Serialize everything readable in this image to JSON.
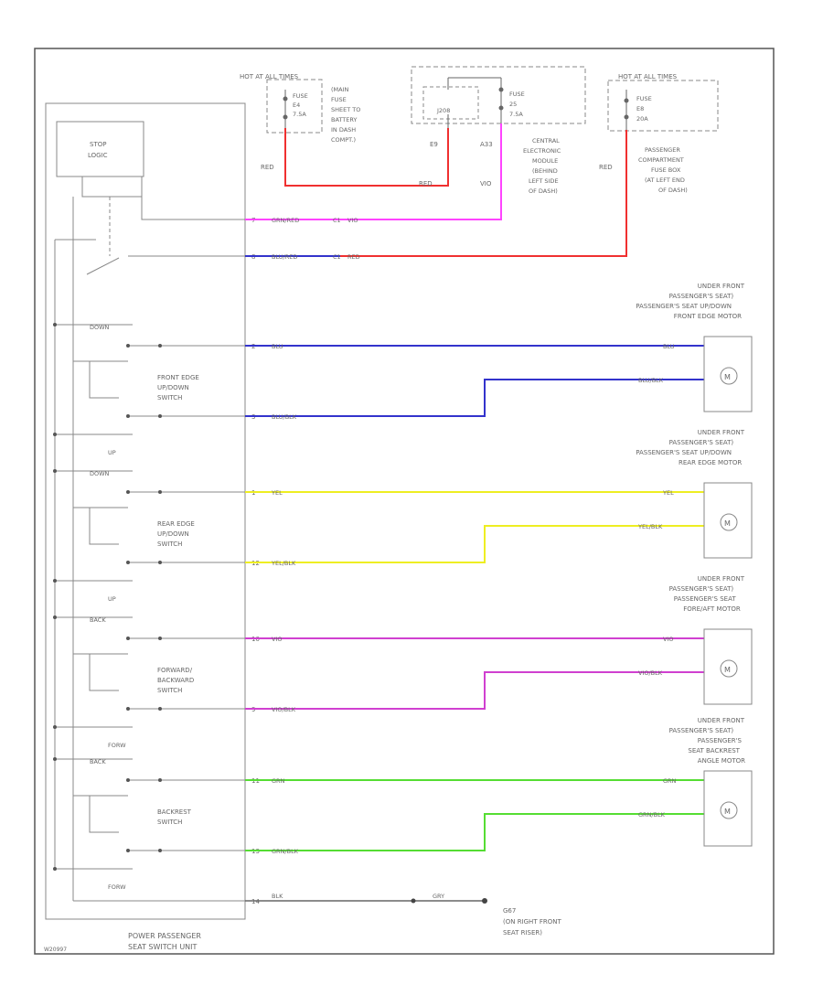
{
  "hot_at_all_times_left": {
    "title": "HOT AT ALL TIMES",
    "fuse": [
      "FUSE",
      "E4",
      "7.5A"
    ],
    "note": [
      "(MAIN",
      "FUSE",
      "SHEET TO",
      "BATTERY",
      "IN DASH",
      "COMPT.)"
    ]
  },
  "central_module": {
    "pin_e9": "E9",
    "pin_a33": "A33",
    "fuse": [
      "FUSE",
      "25",
      "7.5A"
    ],
    "note": [
      "CENTRAL",
      "ELECTRONIC",
      "MODULE",
      "(BEHIND",
      "LEFT SIDE",
      "OF DASH)"
    ]
  },
  "hot_at_all_times_right": {
    "title": "HOT AT ALL TIMES",
    "fuse": [
      "FUSE",
      "E8",
      "20A"
    ],
    "note": [
      "PASSENGER",
      "COMPARTMENT",
      "FUSE BOX",
      "(AT LEFT END",
      "OF DASH)"
    ]
  },
  "stop_logic": [
    "STOP",
    "LOGIC"
  ],
  "switch_assembly_label": [
    "POWER PASSENGER",
    "SEAT SWITCH UNIT"
  ],
  "diagram_id": "W20997",
  "power_wires": {
    "w1": {
      "pin": "7",
      "color": "GRN/RED",
      "connector": "C1",
      "dest_color": "VIO"
    },
    "w2": {
      "pin": "8",
      "color": "BLU/RED",
      "connector": "C1",
      "dest_color": "RED"
    },
    "red_left_a": "RED",
    "red_left_b": "RED",
    "vio_label": "VIO",
    "red_right": "RED"
  },
  "switches": [
    {
      "label": [
        "FRONT EDGE",
        "UP/DOWN",
        "SWITCH"
      ],
      "top": "DOWN",
      "bottom": "UP",
      "pin_a": "2",
      "color_a": "BLU",
      "pin_b": "3",
      "color_b": "BLU/BLK",
      "motor": [
        "UNDER FRONT",
        "PASSENGER'S SEAT)",
        "PASSENGER'S SEAT UP/DOWN",
        "FRONT EDGE MOTOR"
      ],
      "motor_pin_a": "BLU",
      "motor_pin_b": "BLU/BLK",
      "motor_label": "M"
    },
    {
      "label": [
        "REAR EDGE",
        "UP/DOWN",
        "SWITCH"
      ],
      "top": "DOWN",
      "bottom": "UP",
      "pin_a": "1",
      "color_a": "YEL",
      "pin_b": "12",
      "color_b": "YEL/BLK",
      "motor": [
        "UNDER FRONT",
        "PASSENGER'S SEAT)",
        "PASSENGER'S SEAT UP/DOWN",
        "REAR EDGE MOTOR"
      ],
      "motor_pin_a": "YEL",
      "motor_pin_b": "YEL/BLK",
      "motor_label": "M"
    },
    {
      "label": [
        "FORWARD/",
        "BACKWARD",
        "SWITCH"
      ],
      "top": "BACK",
      "bottom": "FORW",
      "pin_a": "10",
      "color_a": "VIO",
      "pin_b": "9",
      "color_b": "VIO/BLK",
      "motor": [
        "UNDER FRONT",
        "PASSENGER'S SEAT)",
        "PASSENGER'S SEAT",
        "FORE/AFT MOTOR"
      ],
      "motor_pin_a": "VIO",
      "motor_pin_b": "VIO/BLK",
      "motor_label": "M"
    },
    {
      "label": [
        "BACKREST",
        "SWITCH"
      ],
      "top": "BACK",
      "bottom": "FORW",
      "pin_a": "11",
      "color_a": "GRN",
      "pin_b": "13",
      "color_b": "GRN/BLK",
      "motor": [
        "UNDER FRONT",
        "PASSENGER'S SEAT)",
        "PASSENGER'S",
        "SEAT BACKREST",
        "ANGLE MOTOR"
      ],
      "motor_pin_a": "GRN",
      "motor_pin_b": "GRN/BLK",
      "motor_label": "M"
    }
  ],
  "ground": {
    "pin": "14",
    "color_a": "BLK",
    "color_b": "GRY",
    "label": [
      "G67",
      "(ON RIGHT FRONT",
      "SEAT RISER)"
    ]
  },
  "colors": {
    "red": "#f03030",
    "magenta": "#ff44ff",
    "blue": "#3333cc",
    "yellow": "#eeee22",
    "violet": "#d040d0",
    "green": "#55dd33",
    "wire_grey": "#888888"
  }
}
